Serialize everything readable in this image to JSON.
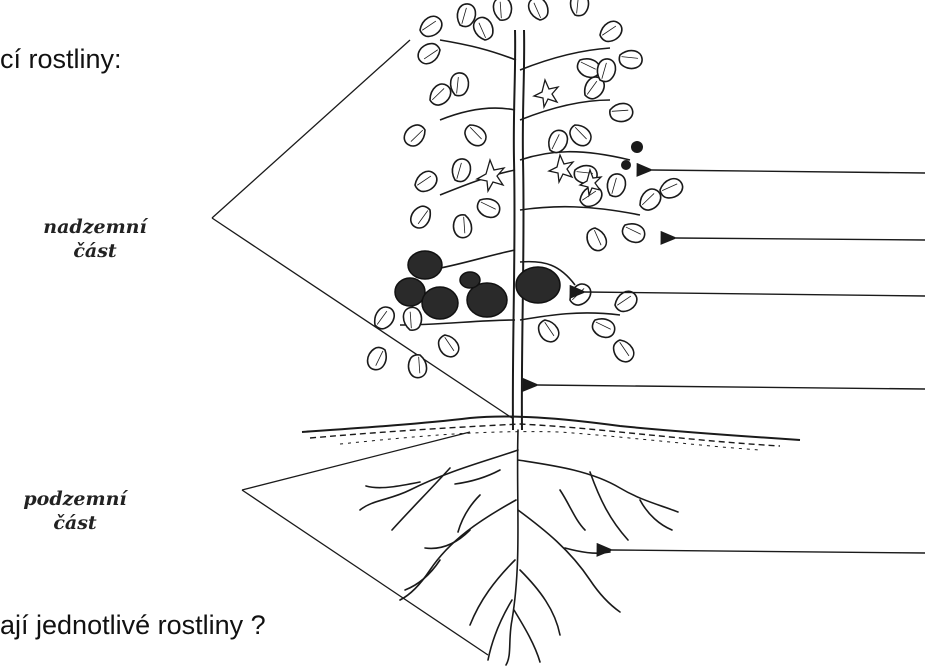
{
  "texts": {
    "top": "cí rostliny:",
    "bottom": "ají jednotlivé rostliny ?"
  },
  "labels": {
    "above_ground": {
      "line1": "nadzemní",
      "line2": "část"
    },
    "below_ground": {
      "line1": "podzemní",
      "line2": "část"
    }
  },
  "colors": {
    "ink": "#1a1a1a",
    "fruit": "#2a2a2a",
    "background": "#ffffff"
  }
}
